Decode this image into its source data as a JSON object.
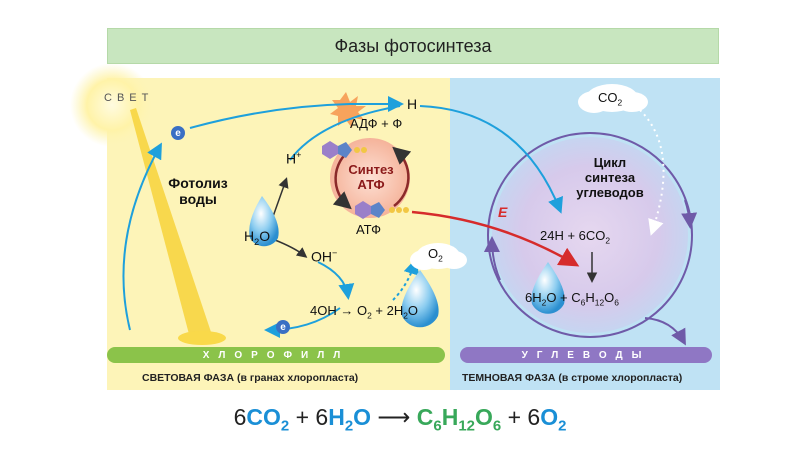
{
  "title": "Фазы фотосинтеза",
  "svet": "СВЕТ",
  "photolysis": [
    "Фотолиз",
    "воды"
  ],
  "h2o": {
    "base": "H",
    "sub": "2",
    "tail": "O"
  },
  "h_plus": {
    "base": "H",
    "sup": "+"
  },
  "oh_minus": {
    "base": "OH",
    "sup": "−"
  },
  "h_top": "H",
  "adp": "АДФ + Ф",
  "synth_atp": [
    "Синтез",
    "АТФ"
  ],
  "atp": "АТФ",
  "o2": {
    "base": "O",
    "sub": "2"
  },
  "reaction_4oh": {
    "a": "4OH → O",
    "a_sub": "2",
    "b": " + 2H",
    "b_sub": "2",
    "c": "O"
  },
  "co2": {
    "base": "CO",
    "sub": "2"
  },
  "cycle": [
    "Цикл",
    "синтеза",
    "углеводов"
  ],
  "e_label": "E",
  "reaction_24h": {
    "a": "24H + 6CO",
    "a_sub": "2"
  },
  "reaction_glucose": {
    "a": "6H",
    "a_sub": "2",
    "b": "O + C",
    "b_sub": "6",
    "c": "H",
    "c_sub": "12",
    "d": "O",
    "d_sub": "6"
  },
  "electron": "e",
  "bar_chlorophyll": "ХЛОРОФИЛЛ",
  "bar_carbs": "УГЛЕВОДЫ",
  "light_phase": "СВЕТОВАЯ ФАЗА (в гранах хлоропласта)",
  "dark_phase": "ТЕМНОВАЯ ФАЗА (в строме хлоропласта)",
  "equation": {
    "n1": "6",
    "co": "CO",
    "co_sub": "2",
    "plus1": " + 6",
    "h": "H",
    "h_sub": "2",
    "o": "O",
    "c": "C",
    "c_sub": "6",
    "h2": "H",
    "h2_sub": "12",
    "o2": "O",
    "o2_sub": "6",
    "plus2": " + 6",
    "o3": "O",
    "o3_sub": "2"
  },
  "colors": {
    "light_bg": "#fdf4b8",
    "dark_bg": "#bfe2f4",
    "chlorophyll": "#8bc34a",
    "carbs": "#8f77c4",
    "arrow_blue": "#1ea0dc",
    "arrow_red": "#d62b2b",
    "title_bg": "#c8e6bf"
  }
}
